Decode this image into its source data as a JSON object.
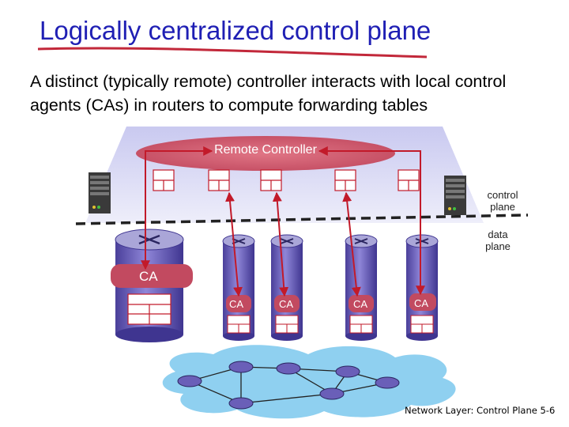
{
  "slide": {
    "title": "Logically centralized control plane",
    "subtitle": "A distinct (typically remote) controller interacts with local control agents (CAs) in routers to compute forwarding tables",
    "footer": "Network Layer: Control Plane 5-6"
  },
  "diagram": {
    "remote_controller_label": "Remote Controller",
    "control_plane_label": "control\nplane",
    "data_plane_label": "data\nplane",
    "control_agent_labels": [
      "CA",
      "CA",
      "CA",
      "CA",
      "CA"
    ]
  },
  "colors": {
    "title": "#1f1fb4",
    "controller_fill": "#d05a6e",
    "arrow": "#c21a2a",
    "router_fill": "#6a5fb8",
    "network_cloud": "#8fd0f0",
    "plane_band": "#d8d8f2",
    "underline": "#c2283a"
  }
}
